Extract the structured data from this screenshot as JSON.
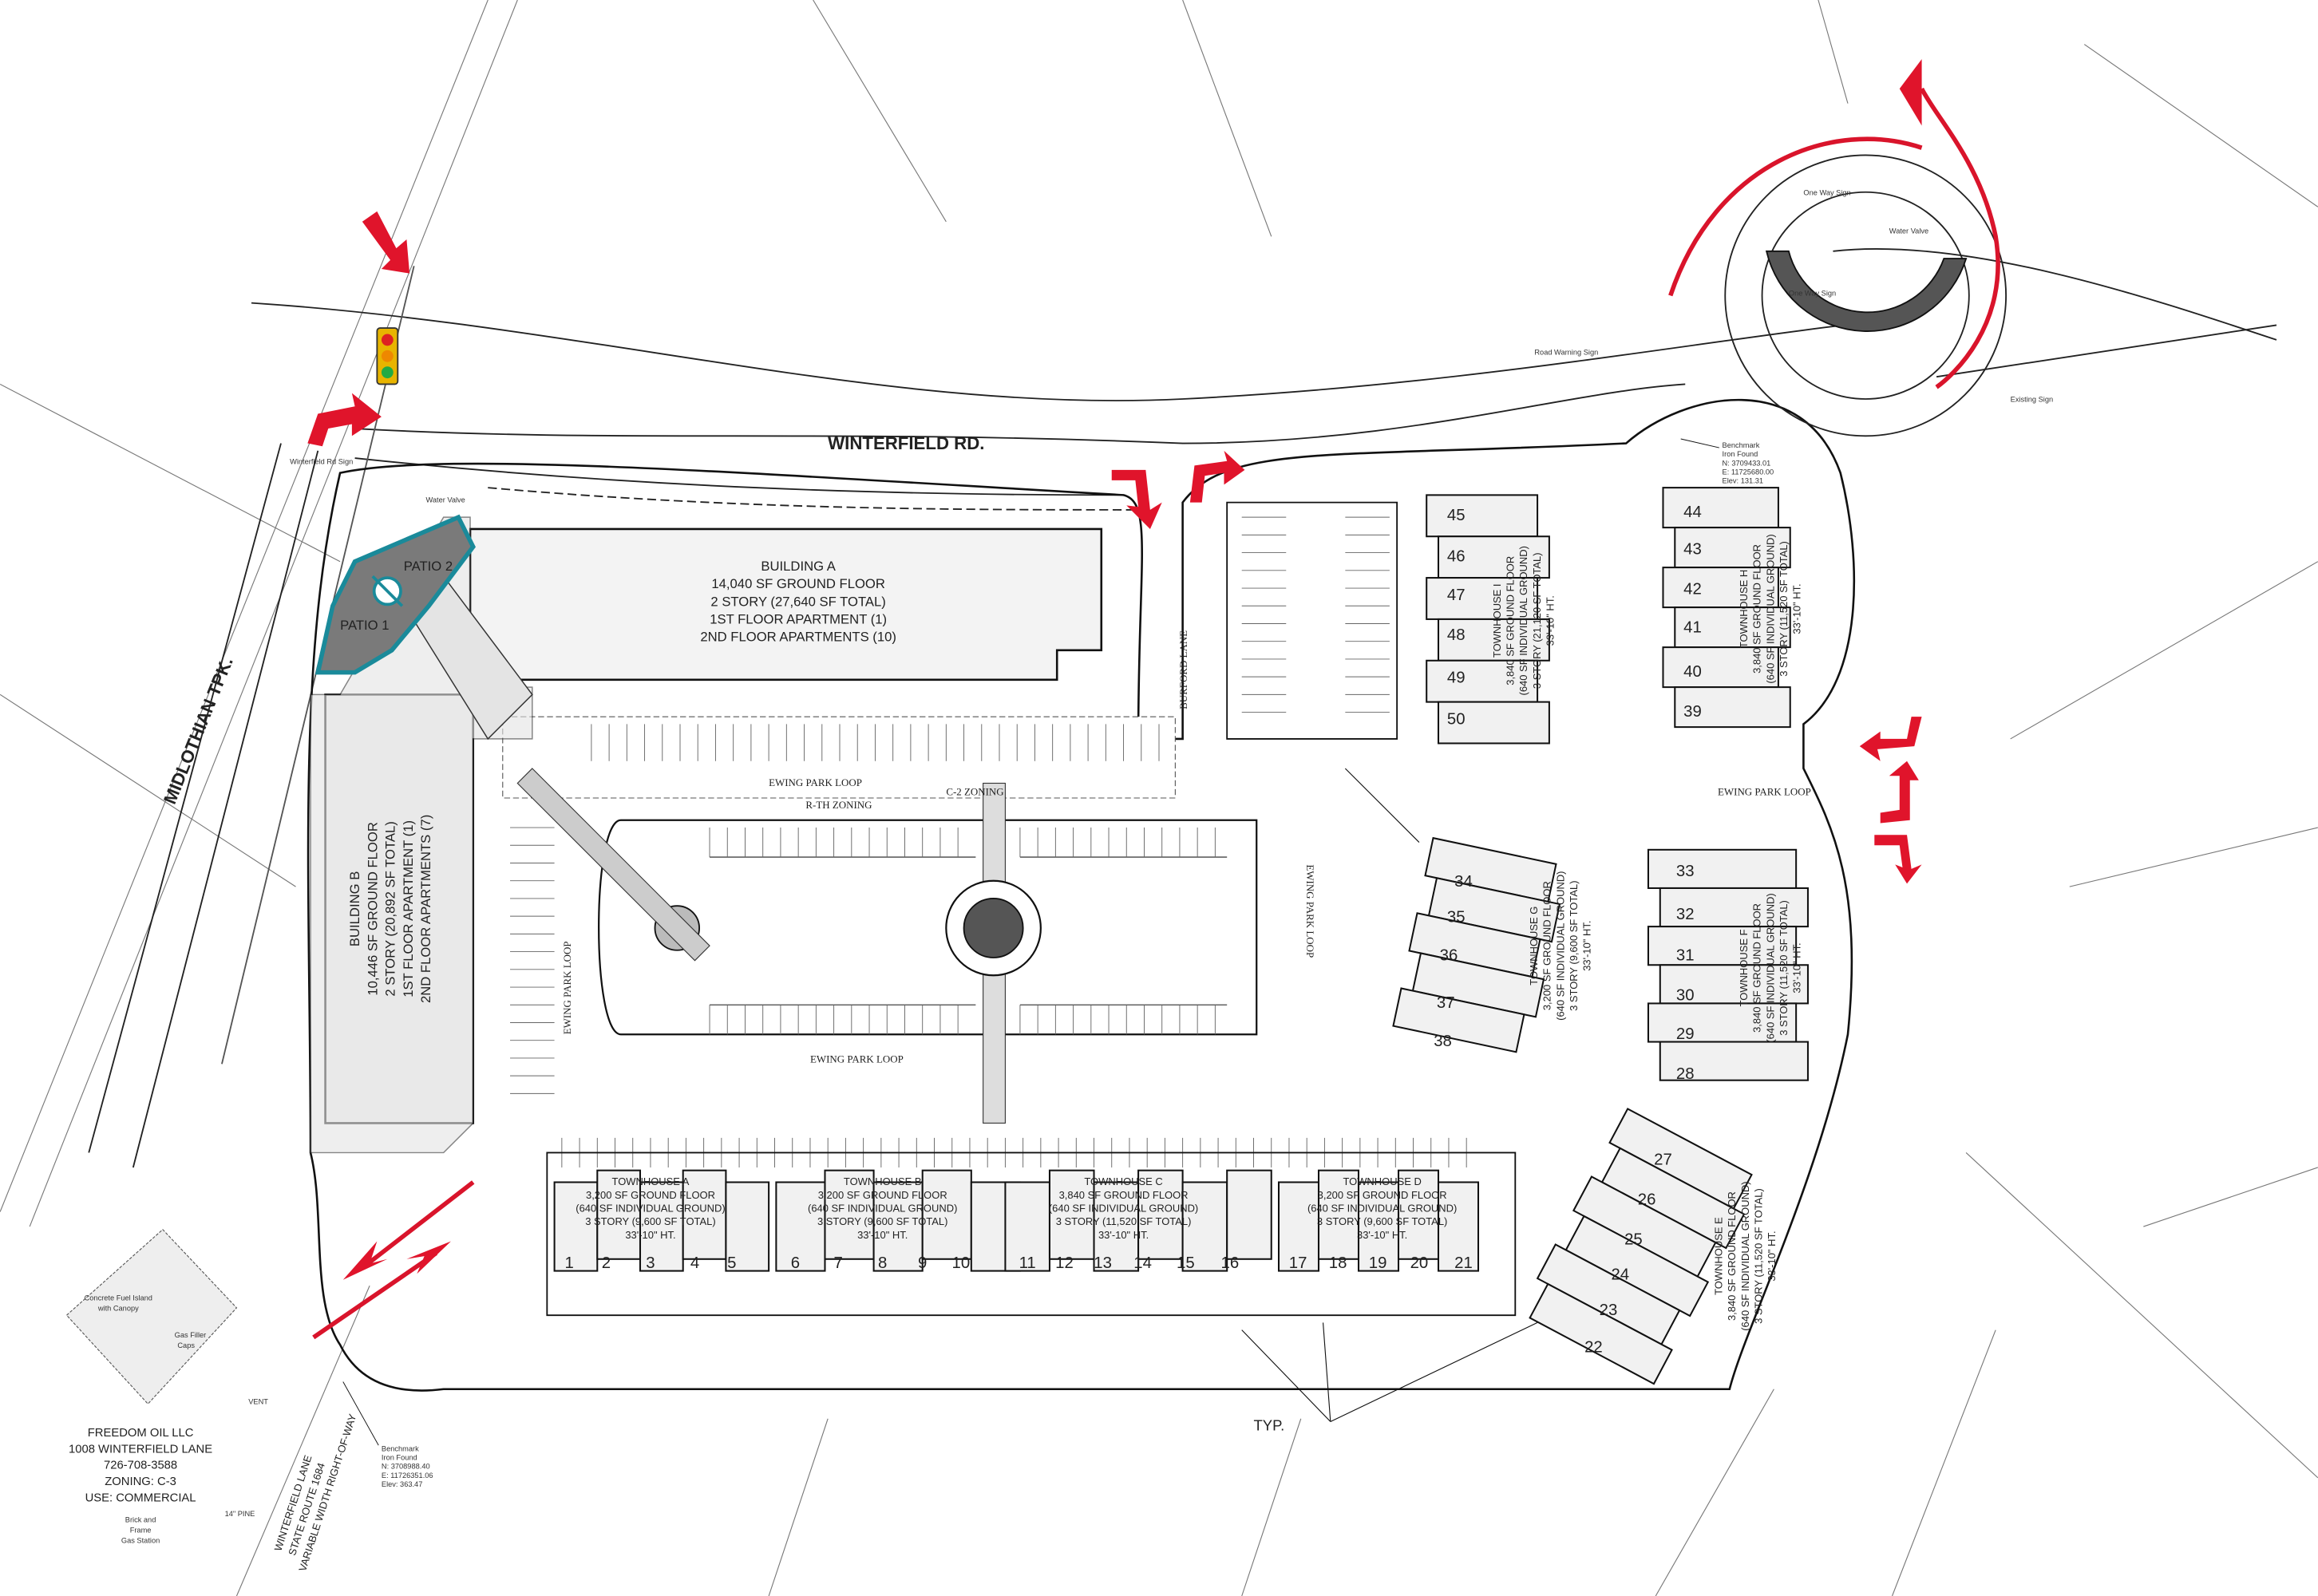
{
  "roads": {
    "winterfield_rd": "WINTERFIELD RD.",
    "midlothian_tpk": "MIDLOTHIAN TPK.",
    "winterfield_lane": [
      "WINTERFIELD LANE",
      "STATE ROUTE 1684",
      "VARIABLE WIDTH RIGHT-OF-WAY"
    ],
    "burford_lane": "BURFORD LANE",
    "ewing_park_loop": "EWING PARK LOOP"
  },
  "zoning": {
    "r_th": "R-TH ZONING",
    "c_2": "C-2 ZONING"
  },
  "patios": {
    "patio_1": "PATIO 1",
    "patio_2": "PATIO 2"
  },
  "building_a": [
    "BUILDING A",
    "14,040 SF GROUND FLOOR",
    "2 STORY (27,640 SF TOTAL)",
    "1ST FLOOR APARTMENT (1)",
    "2ND FLOOR APARTMENTS (10)"
  ],
  "building_b": [
    "BUILDING B",
    "10,446 SF GROUND FLOOR",
    "2 STORY (20,892 SF TOTAL)",
    "1ST FLOOR APARTMENT (1)",
    "2ND FLOOR APARTMENTS (7)"
  ],
  "townhouses": [
    {
      "name": "TOWNHOUSE A",
      "lines": [
        "3,200 SF GROUND FLOOR",
        "(640 SF INDIVIDUAL GROUND)",
        "3 STORY (9,600 SF TOTAL)",
        "33'-10\" HT."
      ]
    },
    {
      "name": "TOWNHOUSE B",
      "lines": [
        "3,200 SF GROUND FLOOR",
        "(640 SF INDIVIDUAL GROUND)",
        "3 STORY (9,600 SF TOTAL)",
        "33'-10\" HT."
      ]
    },
    {
      "name": "TOWNHOUSE C",
      "lines": [
        "3,840 SF GROUND FLOOR",
        "(640 SF INDIVIDUAL GROUND)",
        "3 STORY (11,520 SF TOTAL)",
        "33'-10\" HT."
      ]
    },
    {
      "name": "TOWNHOUSE D",
      "lines": [
        "3,200 SF GROUND FLOOR",
        "(640 SF INDIVIDUAL GROUND)",
        "3 STORY (9,600 SF TOTAL)",
        "33'-10\" HT."
      ]
    },
    {
      "name": "TOWNHOUSE E",
      "lines": [
        "3,840 SF GROUND FLOOR",
        "(640 SF INDIVIDUAL GROUND)",
        "3 STORY (11,520 SF TOTAL)",
        "33'-10\" HT."
      ]
    },
    {
      "name": "TOWNHOUSE F",
      "lines": [
        "3,840 SF GROUND FLOOR",
        "(640 SF INDIVIDUAL GROUND)",
        "3 STORY (11,520 SF TOTAL)",
        "33'-10\" HT."
      ]
    },
    {
      "name": "TOWNHOUSE G",
      "lines": [
        "3,200 SF GROUND FLOOR",
        "(640 SF INDIVIDUAL GROUND)",
        "3 STORY (9,600 SF TOTAL)",
        "33'-10\" HT."
      ]
    },
    {
      "name": "TOWNHOUSE H",
      "lines": [
        "3,840 SF GROUND FLOOR",
        "(640 SF INDIVIDUAL GROUND)",
        "3 STORY (11,520 SF TOTAL)",
        "33'-10\" HT."
      ]
    },
    {
      "name": "TOWNHOUSE I",
      "lines": [
        "3,840 SF GROUND FLOOR",
        "(640 SF INDIVIDUAL GROUND)",
        "3 STORY (21,120 SF TOTAL)",
        "33'-10\" HT."
      ]
    }
  ],
  "units": [
    "1",
    "2",
    "3",
    "4",
    "5",
    "6",
    "7",
    "8",
    "9",
    "10",
    "11",
    "12",
    "13",
    "14",
    "15",
    "16",
    "17",
    "18",
    "19",
    "20",
    "21",
    "22",
    "23",
    "24",
    "25",
    "26",
    "27",
    "28",
    "29",
    "30",
    "31",
    "32",
    "33",
    "34",
    "35",
    "36",
    "37",
    "38",
    "39",
    "40",
    "41",
    "42",
    "43",
    "44",
    "45",
    "46",
    "47",
    "48",
    "49",
    "50"
  ],
  "neighbor": {
    "owner": [
      "FREEDOM OIL LLC",
      "1008 WINTERFIELD LANE",
      "726-708-3588",
      "ZONING: C-3",
      "USE: COMMERCIAL"
    ],
    "canopy": [
      "Concrete Fuel Island",
      "with Canopy"
    ],
    "gas_filler": [
      "Gas Filler",
      "Caps"
    ],
    "station": [
      "Brick and",
      "Frame",
      "Gas Station"
    ],
    "vent": "VENT",
    "pine": "14\" PINE"
  },
  "benchmarks": [
    [
      "Benchmark",
      "Iron Found",
      "N: 3709433.01",
      "E: 11725680.00",
      "Elev: 131.31"
    ],
    [
      "Benchmark",
      "Iron Found",
      "N: 3708988.40",
      "E: 11726351.06",
      "Elev: 363.47"
    ]
  ],
  "signs": {
    "one_way_1": "One Way Sign",
    "one_way_2": "One Way Sign",
    "water_valve": "Water Valve",
    "road_warning": "Road Warning Sign",
    "winterfield_sign": "Winterfield Rd Sign",
    "existing_sign": "Existing Sign"
  },
  "typ": "TYP.",
  "colors": {
    "arrow_red": "#e0142b",
    "patio_teal": "#1a8a9a",
    "linework": "#111111"
  }
}
